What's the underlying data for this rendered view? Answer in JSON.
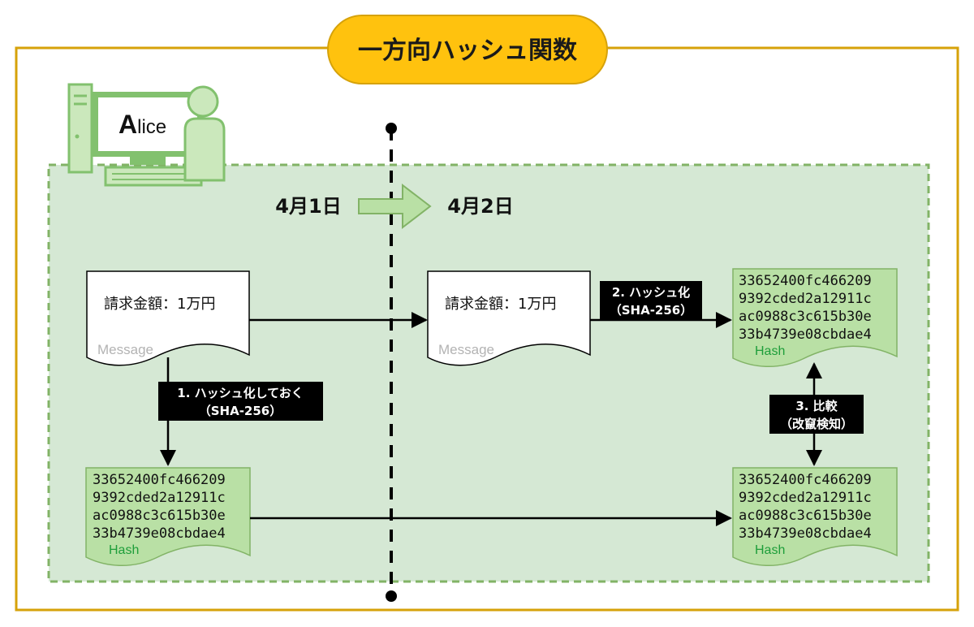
{
  "title": "一方向ハッシュ関数",
  "actor": {
    "name_initial": "A",
    "name_rest": "lice"
  },
  "dates": {
    "day1": "4月1日",
    "day2": "4月2日"
  },
  "message": {
    "text": "請求金額：1万円",
    "label": "Message"
  },
  "hash": {
    "lines": [
      "33652400fc466209",
      "9392cded2a12911c",
      "ac0988c3c615b30e",
      "33b4739e08cbdae4"
    ],
    "label": "Hash"
  },
  "steps": {
    "step1": {
      "line1": "1. ハッシュ化しておく",
      "line2": "（SHA-256）"
    },
    "step2": {
      "line1": "2. ハッシュ化",
      "line2": "（SHA-256）"
    },
    "step3": {
      "line1": "3. 比較",
      "line2": "（改竄検知）"
    }
  },
  "colors": {
    "frame": "#d6a20a",
    "title_fill": "#ffc20e",
    "zone_fill": "#d5e8d4",
    "zone_border": "#82b366",
    "hash_doc_fill": "#b9e0a5",
    "computer": "#82c16e",
    "computer_fill": "#cbe8bc"
  }
}
